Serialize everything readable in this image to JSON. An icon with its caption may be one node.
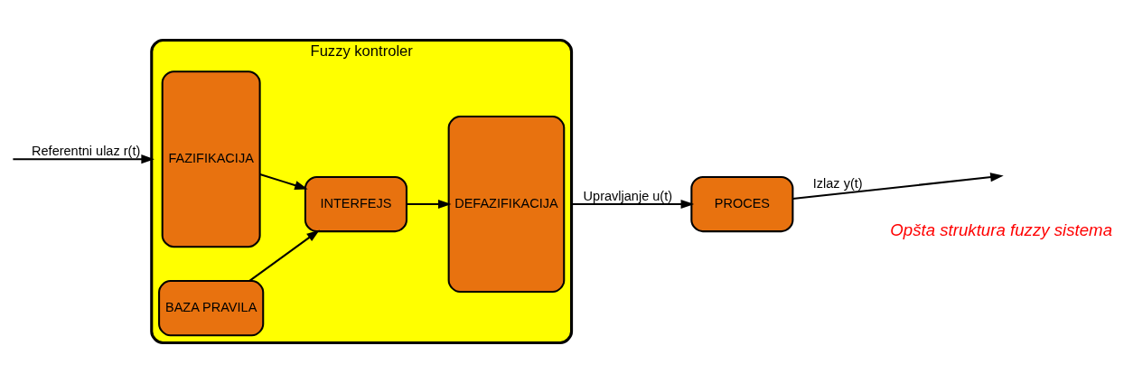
{
  "diagram": {
    "nodes": [
      {
        "text": [
          "Fuzzy kontroler"
        ]
      },
      {
        "text": [
          "FAZIFIKACIJA"
        ],
        "in": 0
      },
      {
        "text": [
          "INTERFEJS"
        ],
        "in": 0
      },
      {
        "text": [
          "DEFAZIFIKACIJA"
        ],
        "in": 0
      },
      {
        "text": [
          "BAZA PRAVILA"
        ],
        "in": 0
      },
      {
        "text": [
          "PROCES"
        ]
      }
    ],
    "edges": [
      {
        "from": null,
        "to": 0,
        "arrow": "to",
        "label": "Referentni ulaz r(t)"
      },
      {
        "from": 1,
        "to": 2,
        "arrow": "to"
      },
      {
        "from": 2,
        "to": 3,
        "arrow": "to"
      },
      {
        "from": 4,
        "to": 2,
        "arrow": "to"
      },
      {
        "from": 0,
        "to": 5,
        "arrow": "to",
        "label": "Upravljanje u(t)"
      },
      {
        "from": 5,
        "to": null,
        "arrow": "to",
        "label": "Izlaz y(t)"
      }
    ],
    "labels": [
      "Opšta struktura fuzzy sistema"
    ]
  }
}
